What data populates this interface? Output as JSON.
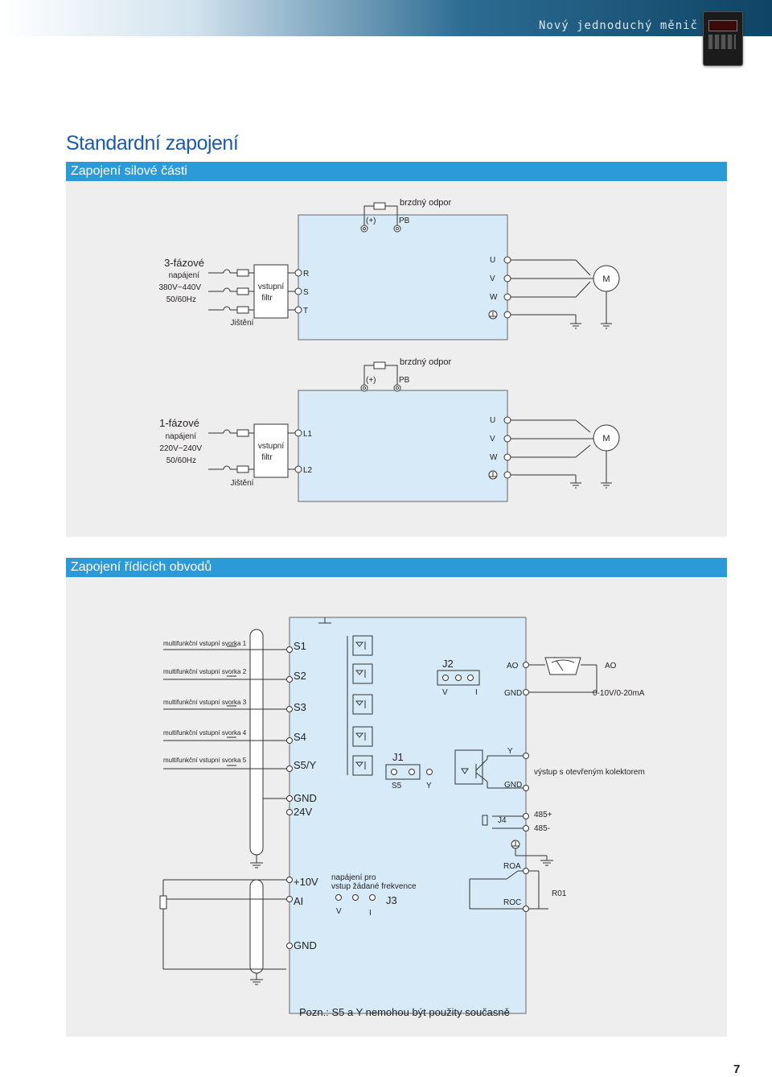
{
  "header": {
    "brand": "Nový jednoduchý měnič",
    "device_icon": "frequency-inverter-photo"
  },
  "page": {
    "title": "Standardní zapojení",
    "number": "7"
  },
  "sections": {
    "power": "Zapojení silové části",
    "control": "Zapojení řídicích obvodů"
  },
  "power_3ph": {
    "brake": "brzdný odpor",
    "plus": "(+)",
    "pb": "PB",
    "supply_title": "3-fázové",
    "supply_sub": "napájení",
    "voltage": "380V~440V",
    "freq": "50/60Hz",
    "filter": [
      "vstupní",
      "filtr"
    ],
    "breaker": "Jištění",
    "inputs": [
      "R",
      "S",
      "T"
    ],
    "outputs": [
      "U",
      "V",
      "W"
    ],
    "motor": "M"
  },
  "power_1ph": {
    "brake": "brzdný odpor",
    "plus": "(+)",
    "pb": "PB",
    "supply_title": "1-fázové",
    "supply_sub": "napájení",
    "voltage": "220V~240V",
    "freq": "50/60Hz",
    "filter": [
      "vstupní",
      "filtr"
    ],
    "breaker": "Jištění",
    "inputs": [
      "L1",
      "L2"
    ],
    "outputs": [
      "U",
      "V",
      "W"
    ],
    "motor": "M"
  },
  "control": {
    "di_labels": [
      "multifunkční vstupní svorka 1",
      "multifunkční vstupní svorka  2",
      "multifunkční vstupní svorka  3",
      "multifunkční vstupní svorka  4",
      "multifunkční vstupní svorka  5"
    ],
    "terminals": [
      "S1",
      "S2",
      "S3",
      "S4",
      "S5/Y",
      "GND",
      "24V"
    ],
    "j2": "J2",
    "j2_v": "V",
    "j2_i": "I",
    "ao": "AO",
    "ao_gnd": "GND",
    "ao_out": "AO",
    "ao_range": "0-10V/0-20mA",
    "j1": "J1",
    "j1_s5": "S5",
    "j1_y": "Y",
    "y": "Y",
    "y_gnd": "GND",
    "oc_out": "výstup s otevřeným kolektorem",
    "j4": "J4",
    "rs485_p": "485+",
    "rs485_n": "485-",
    "ref_10v": "+10V",
    "ai": "AI",
    "ref_note": [
      "napájení pro",
      "vstup žádané frekvence"
    ],
    "j3": "J3",
    "j3_v": "V",
    "j3_i": "I",
    "ana_gnd": "GND",
    "roa": "ROA",
    "roc": "ROC",
    "r01": "R01",
    "note": "Pozn.: S5  a  Y nemohou být použity současně"
  }
}
